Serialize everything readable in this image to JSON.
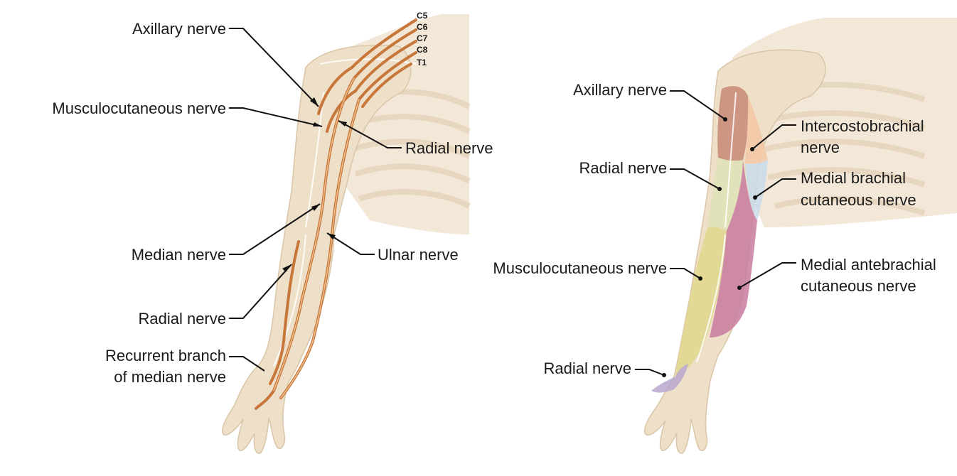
{
  "left_panel": {
    "root_labels": [
      "C5",
      "C6",
      "C7",
      "C8",
      "T1"
    ],
    "labels": {
      "axillary": "Axillary nerve",
      "musculocutaneous": "Musculocutaneous nerve",
      "radial_upper": "Radial nerve",
      "median": "Median nerve",
      "ulnar": "Ulnar nerve",
      "radial_lower": "Radial nerve",
      "recurrent_line1": "Recurrent branch",
      "recurrent_line2": "of median nerve"
    }
  },
  "right_panel": {
    "labels": {
      "axillary": "Axillary nerve",
      "intercostobrachial_line1": "Intercostobrachial",
      "intercostobrachial_line2": "nerve",
      "radial_upper": "Radial nerve",
      "medial_brachial_line1": "Medial brachial",
      "medial_brachial_line2": "cutaneous nerve",
      "musculocutaneous": "Musculocutaneous nerve",
      "medial_antebrachial_line1": "Medial antebrachial",
      "medial_antebrachial_line2": "cutaneous nerve",
      "radial_hand": "Radial nerve"
    },
    "region_colors": {
      "axillary": "#c88a76",
      "intercostobrachial": "#f4c8a6",
      "radial": "#dfe2b8",
      "medial_brachial": "#c9dceb",
      "musculocutaneous": "#e2d98f",
      "medial_antebrachial": "#c97ca0",
      "radial_hand": "#b9a7cf"
    }
  },
  "colors": {
    "nerve": "#c8773a",
    "skin": "#eedfc8",
    "leader": "#111111"
  }
}
